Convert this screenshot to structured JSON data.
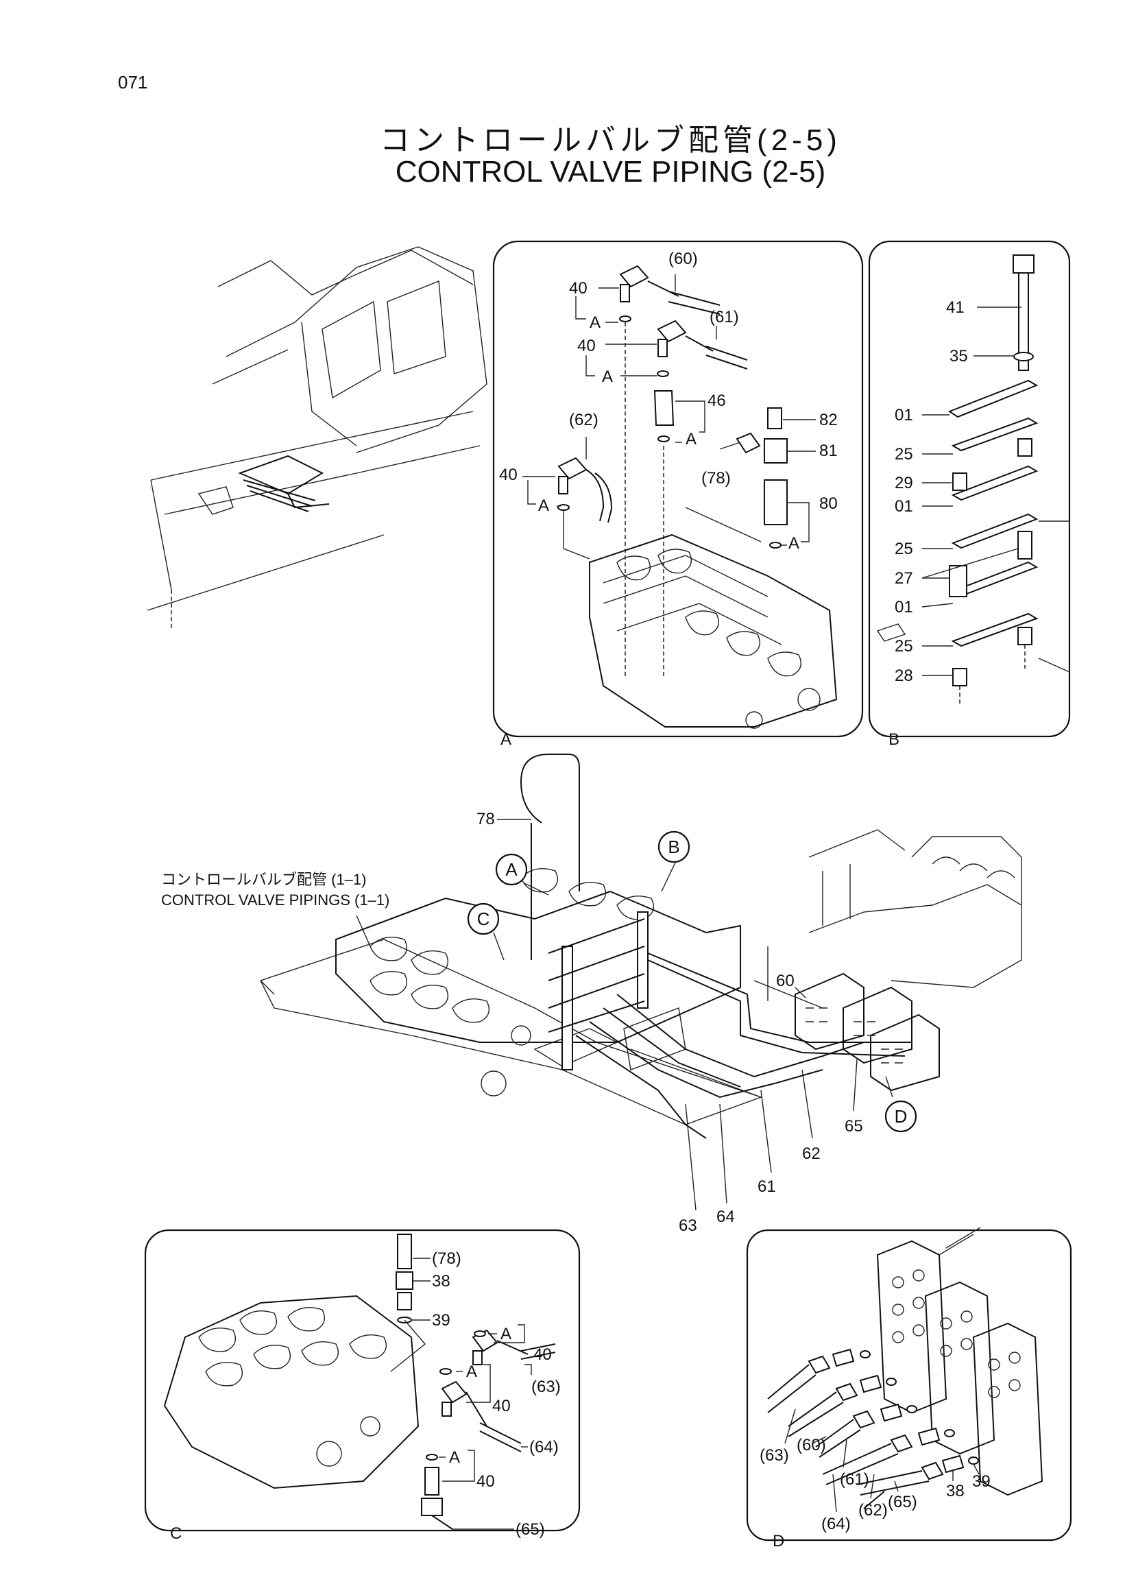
{
  "page_number": "071",
  "title": {
    "japanese": "コントロールバルブ配管(2-5)",
    "english": "CONTROL VALVE PIPING (2-5)"
  },
  "reference": {
    "japanese": "コントロールバルブ配管 (1–1)",
    "english": "CONTROL VALVE PIPINGS (1–1)"
  },
  "callouts": [
    "A",
    "B",
    "C",
    "D"
  ],
  "panel_a": {
    "letter": "A",
    "labels": [
      "(60)",
      "40",
      "A",
      "(61)",
      "40",
      "A",
      "46",
      "A",
      "(62)",
      "82",
      "(78)",
      "81",
      "40",
      "A",
      "80",
      "A"
    ]
  },
  "panel_b": {
    "letter": "B",
    "labels": [
      "41",
      "35",
      "01",
      "25",
      "29",
      "01",
      "25",
      "27",
      "01",
      "25",
      "28"
    ]
  },
  "panel_c": {
    "letter": "C",
    "labels": [
      "(78)",
      "38",
      "39",
      "A",
      "40",
      "(63)",
      "A",
      "40",
      "(64)",
      "A",
      "40",
      "(65)"
    ]
  },
  "panel_d": {
    "letter": "D",
    "labels": [
      "(63)",
      "(60)",
      "(61)",
      "(64)",
      "(62)",
      "(65)",
      "38",
      "39"
    ]
  },
  "main_labels": [
    "78",
    "60",
    "62",
    "65",
    "63",
    "64",
    "61"
  ]
}
